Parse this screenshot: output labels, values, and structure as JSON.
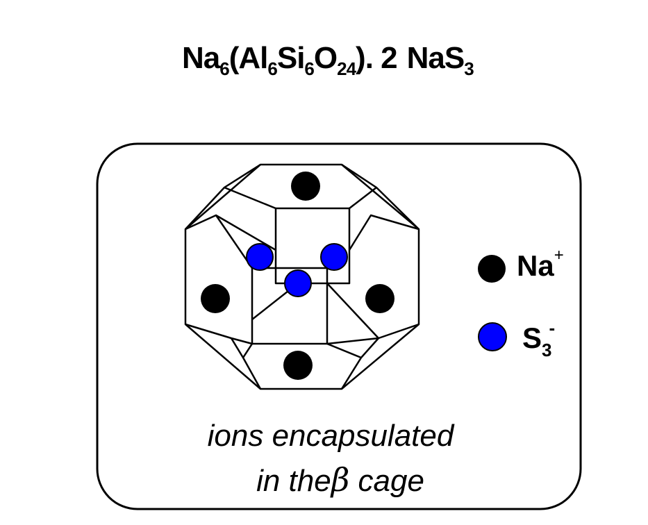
{
  "formula": {
    "p1": "Na",
    "p1_sub": "6",
    "p2": "(Al",
    "p2_sub": "6",
    "p3": "Si",
    "p3_sub": "6",
    "p4": "O",
    "p4_sub": "24",
    "p5": "). 2",
    "p6": "NaS",
    "p6_sub": "3"
  },
  "legend": {
    "na_label": "Na",
    "na_charge": "+",
    "s3_label": "S",
    "s3_sub": "3",
    "s3_charge": "-"
  },
  "caption": {
    "line1": "ions encapsulated",
    "line2_a": "in the",
    "line2_beta": "β",
    "line2_b": " cage"
  },
  "colors": {
    "na_ion": "#000000",
    "s3_ion": "#0000ff",
    "line": "#000000"
  }
}
